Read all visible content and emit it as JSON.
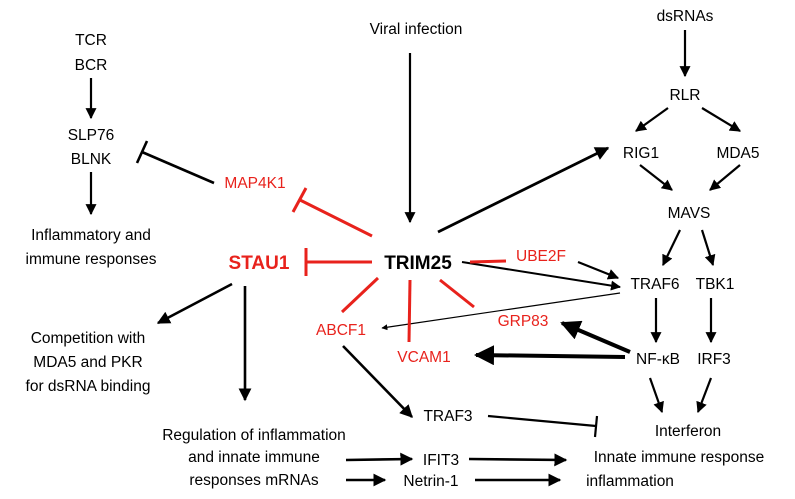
{
  "colors": {
    "black": "#000000",
    "red": "#e8221c"
  },
  "nodes": {
    "tcr": "TCR",
    "bcr": "BCR",
    "slp76": "SLP76",
    "blnk": "BLNK",
    "inflammatory_1": "Inflammatory and",
    "inflammatory_2": "immune responses",
    "viral_infection": "Viral infection",
    "dsrnas": "dsRNAs",
    "rlr": "RLR",
    "rig1": "RIG1",
    "mda5": "MDA5",
    "mavs": "MAVS",
    "map4k1": "MAP4K1",
    "stau1": "STAU1",
    "trim25": "TRIM25",
    "ube2f": "UBE2F",
    "traf6": "TRAF6",
    "tbk1": "TBK1",
    "abcf1": "ABCF1",
    "grp83": "GRP83",
    "vcam1": "VCAM1",
    "nfkb": "NF-κB",
    "irf3": "IRF3",
    "competition_1": "Competition with",
    "competition_2": "MDA5 and PKR",
    "competition_3": "for dsRNA binding",
    "traf3": "TRAF3",
    "interferon": "Interferon",
    "regulation_1": "Regulation of inflammation",
    "regulation_2": "and innate immune",
    "regulation_3": "responses mRNAs",
    "ifit3": "IFIT3",
    "netrin": "Netrin-1",
    "innate_immune_response": "Innate immune response",
    "inflammation": "inflammation"
  }
}
